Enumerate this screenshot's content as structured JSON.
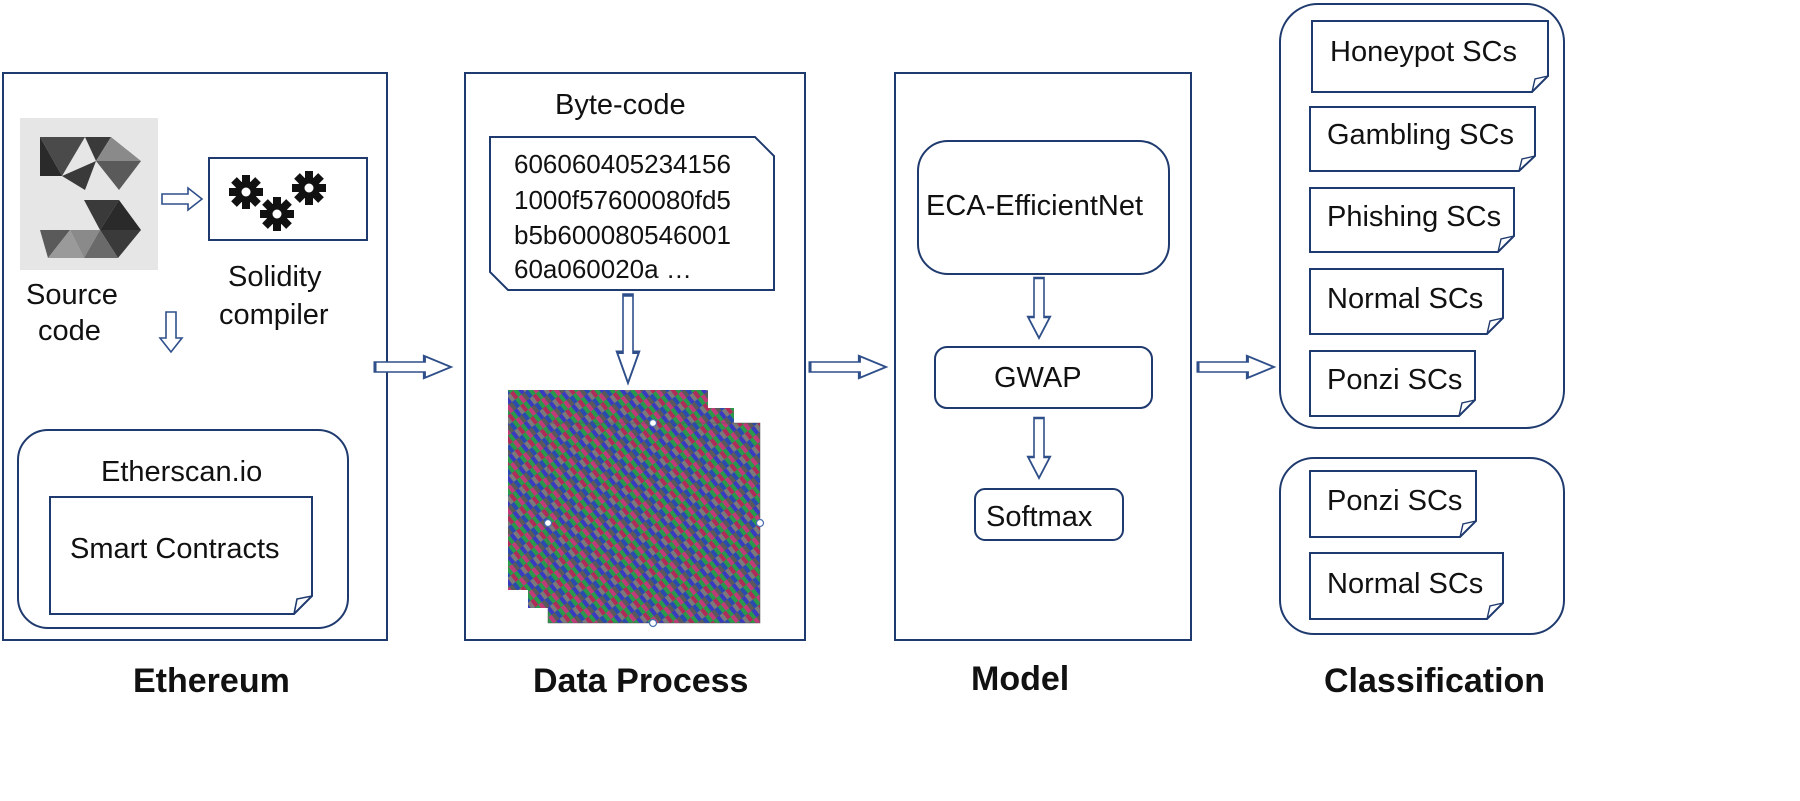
{
  "sections": {
    "ethereum": "Ethereum",
    "data_process": "Data Process",
    "model": "Model",
    "classification": "Classification"
  },
  "ethereum": {
    "source_code": [
      "Source",
      "code"
    ],
    "compiler": [
      "Solidity",
      "compiler"
    ],
    "etherscan": "Etherscan.io",
    "smart_contracts": "Smart Contracts"
  },
  "data_process": {
    "bytecode_title": "Byte-code",
    "bytecode_lines": [
      "606060405234156",
      "1000f57600080fd5",
      "b5b600080546001",
      "60a060020a …"
    ]
  },
  "model": {
    "backbone": "ECA-EfficientNet",
    "pooling": "GWAP",
    "output": "Softmax"
  },
  "classification": {
    "multiclass": [
      "Honeypot SCs",
      "Gambling SCs",
      "Phishing SCs",
      "Normal SCs",
      "Ponzi SCs"
    ],
    "binary": [
      "Ponzi SCs",
      "Normal SCs"
    ]
  },
  "colors": {
    "frame": "#1f3a6e",
    "arrow": "#2f4f8a",
    "logo_bg": "#e6e6e6"
  },
  "icons": [
    "ethereum-logo-icon",
    "gears-icon",
    "byte-image-stack"
  ]
}
